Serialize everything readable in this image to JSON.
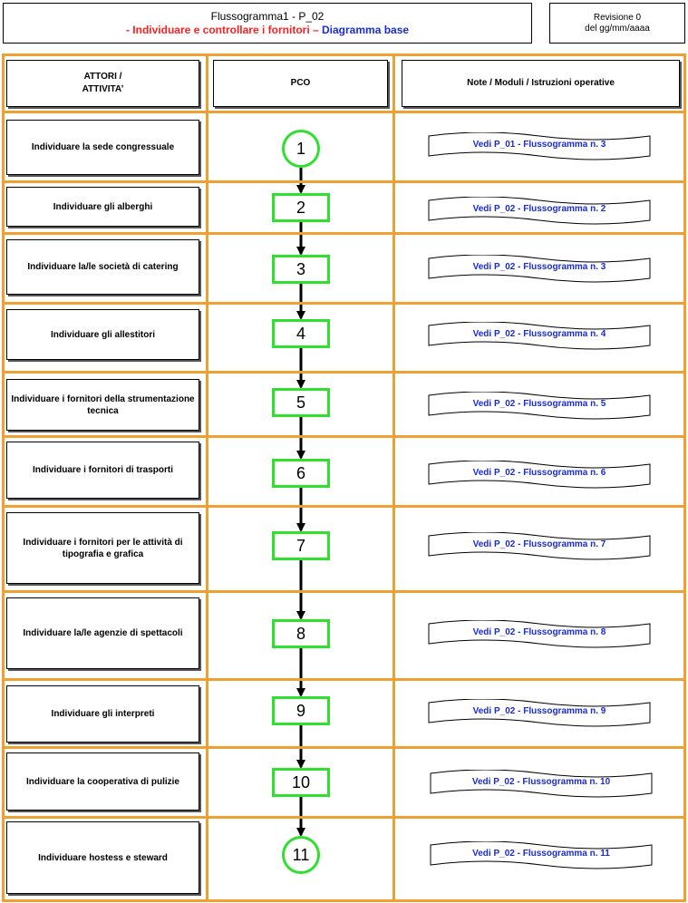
{
  "header": {
    "title": "Flussogramma1 - P_02",
    "subtitle_red": "- Individuare e controllare i fornitori –",
    "subtitle_blue": "Diagramma base",
    "revision_line1": "Revisione 0",
    "revision_line2": "del gg/mm/aaaa"
  },
  "columns": {
    "actors": "ATTORI /\nATTIVITA’",
    "pco": "PCO",
    "notes": "Note / Moduli / Istruzioni operative"
  },
  "colors": {
    "frame": "#f0a030",
    "node_border": "#2fe02f",
    "note_text": "#1a2bd6",
    "title_red": "#ff1e1e"
  },
  "steps": [
    {
      "activity": "Individuare la sede congressuale",
      "node": "1",
      "shape": "circle",
      "note": "Vedi P_01 - Flussogramma n. 3"
    },
    {
      "activity": "Individuare gli alberghi",
      "node": "2",
      "shape": "rect",
      "note": "Vedi P_02 - Flussogramma n. 2"
    },
    {
      "activity": "Individuare la/le società di catering",
      "node": "3",
      "shape": "rect",
      "note": "Vedi P_02 - Flussogramma n. 3"
    },
    {
      "activity": "Individuare gli allestitori",
      "node": "4",
      "shape": "rect",
      "note": "Vedi P_02 - Flussogramma n. 4"
    },
    {
      "activity": "Individuare i fornitori della strumentazione tecnica",
      "node": "5",
      "shape": "rect",
      "note": "Vedi P_02 - Flussogramma n. 5"
    },
    {
      "activity": "Individuare i fornitori di trasporti",
      "node": "6",
      "shape": "rect",
      "note": "Vedi P_02 - Flussogramma n. 6"
    },
    {
      "activity": "Individuare i fornitori per le attività di tipografia e grafica",
      "node": "7",
      "shape": "rect",
      "note": "Vedi P_02 - Flussogramma n. 7"
    },
    {
      "activity": "Individuare la/le agenzie di spettacoli",
      "node": "8",
      "shape": "rect",
      "note": "Vedi P_02 - Flussogramma n. 8"
    },
    {
      "activity": "Individuare gli interpreti",
      "node": "9",
      "shape": "rect",
      "note": "Vedi P_02 - Flussogramma n. 9"
    },
    {
      "activity": "Individuare la cooperativa di pulizie",
      "node": "10",
      "shape": "rect",
      "note": "Vedi P_02 - Flussogramma n. 10"
    },
    {
      "activity": "Individuare hostess e steward",
      "node": "11",
      "shape": "circle",
      "note": "Vedi P_02 - Flussogramma n. 11"
    }
  ]
}
